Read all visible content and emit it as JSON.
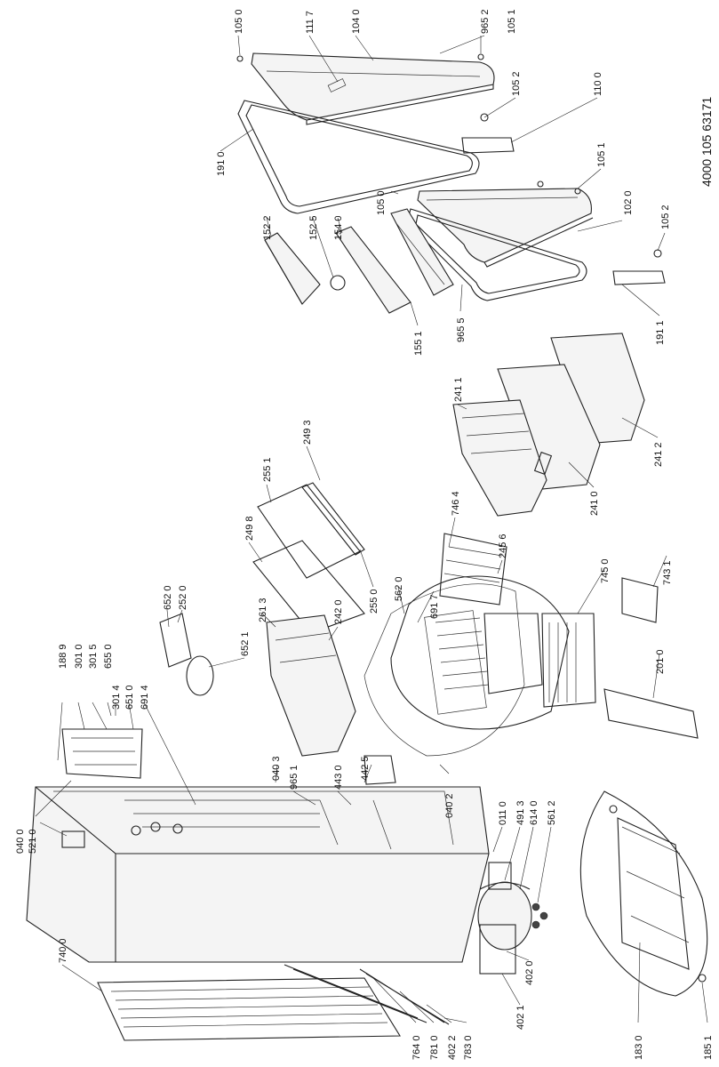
{
  "document_code": "4000 105 63171",
  "callouts": [
    "105 0",
    "111 7",
    "104 0",
    "965 2",
    "105 1",
    "105 2",
    "110 0",
    "191 0",
    "105 1",
    "105 0",
    "102 0",
    "105 2",
    "191 1",
    "965 5",
    "155 1",
    "152 2",
    "152 5",
    "154 0",
    "241 1",
    "241 2",
    "241 0",
    "249 3",
    "255 1",
    "249 8",
    "255 0",
    "562 0",
    "691 7",
    "746 4",
    "245 6",
    "745 0",
    "743 1",
    "201 0",
    "652 0",
    "252 0",
    "652 1",
    "261 3",
    "242 0",
    "188 9",
    "301 0",
    "301 5",
    "655 0",
    "301 4",
    "651 0",
    "691 4",
    "040 3",
    "965 1",
    "442 5",
    "443 0",
    "040 2",
    "040 0",
    "521 0",
    "011 0",
    "491 3",
    "614 0",
    "561 2",
    "740 0",
    "402 0",
    "402 1",
    "764 0",
    "781 0",
    "402 2",
    "783 0",
    "183 0",
    "185 1"
  ]
}
